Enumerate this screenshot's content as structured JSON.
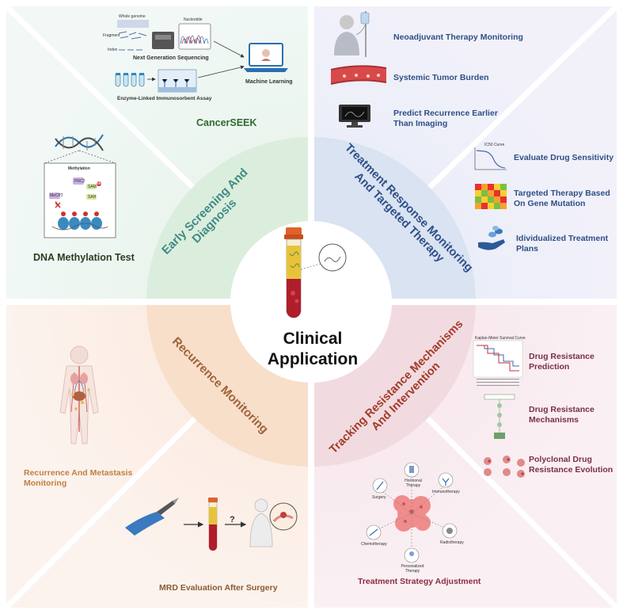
{
  "center": {
    "line1": "Clinical",
    "line2": "Application"
  },
  "sections": {
    "early_screening": {
      "line1": "Early Screening And",
      "line2": "Diagnosis"
    },
    "treatment_response": {
      "line1": "Treatment Response Monitoring",
      "line2": "And Targeted Therapy"
    },
    "recurrence": {
      "line1": "Recurrence Monitoring"
    },
    "resistance": {
      "line1": "Tracking Resistance Mechanisms",
      "line2": "And Intervention"
    }
  },
  "top_left": {
    "cancerseek": "CancerSEEK",
    "ngs": "Next Generation Sequencing",
    "elisa": "Enzyme-Linked Immunosorbent Assay",
    "ml": "Machine Learning",
    "whole_genome": "Whole genome",
    "fragment": "Fragment",
    "index": "Index",
    "nucleotide": "Nucleotide",
    "dna_methylation": "DNA Methylation Test",
    "methylation": "Methylation",
    "prc2": "PRC2",
    "sam": "SAM",
    "sah": "SAH",
    "me": "Me",
    "mecp2": "MeCP2"
  },
  "top_right": {
    "neoadjuvant": "Neoadjuvant Therapy Monitoring",
    "tumor_burden": "Systemic Tumor Burden",
    "predict1": "Predict Recurrence Earlier",
    "predict2": "Than Imaging",
    "drug_sens": "Evaluate Drug Sensitivity",
    "targeted1": "Targeted Therapy Based",
    "targeted2": "On Gene Mutation",
    "indiv1": "Idividualized Treatment",
    "indiv2": "Plans",
    "dose_response": "IC50 Curve"
  },
  "bottom_left": {
    "recurrence1": "Recurrence And Metastasis",
    "recurrence2": "Monitoring",
    "mrd": "MRD Evaluation After Surgery",
    "question": "?"
  },
  "bottom_right": {
    "pred1": "Drug Resistance",
    "pred2": "Prediction",
    "mech1": "Drug Resistance",
    "mech2": "Mechanisms",
    "poly1": "Polyclonal Drug",
    "poly2": "Resistance Evolution",
    "strategy": "Treatment Strategy Adjustment",
    "surgery": "Surgery",
    "hormonal": "Hormonal Therapy",
    "immuno": "Immunotherapy",
    "chemo": "Chemotherapy",
    "personalized": "Personalized Therapy",
    "radio": "Radiotherapy",
    "survival": "Kaplan-Meier Survival Curve"
  },
  "colors": {
    "q1": "#eaf4ec",
    "q2": "#e8eef8",
    "q3": "#fbebe1",
    "q4": "#f7e8ee",
    "early": "#3f8a84",
    "treat": "#2f4f86",
    "recur": "#a0613a",
    "resist": "#a33a2a"
  }
}
